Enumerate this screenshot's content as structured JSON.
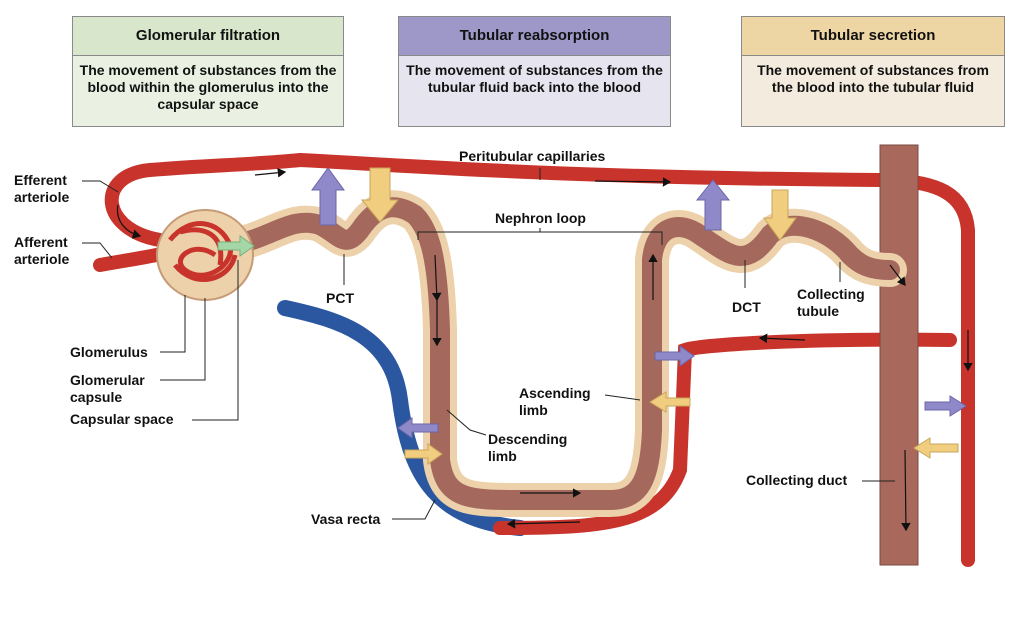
{
  "boxes": [
    {
      "title": "Glomerular filtration",
      "body": "The movement of substances from the blood within the glomerulus into the capsular space",
      "title_color": "#d8e6cc",
      "body_color": "#eaf1e2"
    },
    {
      "title": "Tubular reabsorption",
      "body": "The movement of substances from the tubular fluid back into the blood",
      "title_color": "#9d98c8",
      "body_color": "#e6e4ee"
    },
    {
      "title": "Tubular secretion",
      "body": "The movement of substances from the blood into the tubular fluid",
      "title_color": "#edd6a3",
      "body_color": "#f3ebde"
    }
  ],
  "labels": {
    "efferent": "Efferent arteriole",
    "afferent": "Afferent arteriole",
    "peritubular": "Peritubular capillaries",
    "nephron_loop": "Nephron loop",
    "pct": "PCT",
    "dct": "DCT",
    "collecting_tubule": "Collecting tubule",
    "glomerulus": "Glomerulus",
    "glomerular_capsule": "Glomerular capsule",
    "capsular_space": "Capsular space",
    "ascending_limb": "Ascending limb",
    "descending_limb": "Descending limb",
    "collecting_duct": "Collecting duct",
    "vasa_recta": "Vasa recta"
  },
  "colors": {
    "artery": "#c8342b",
    "artery_light": "#e8665c",
    "vein": "#2a57a0",
    "tubule_outer": "#ecd1aa",
    "tubule_inner": "#a4685d",
    "duct": "#a8695c",
    "reabsorption_arrow": "#8f89c9",
    "secretion_arrow": "#f0cd7f",
    "filtration_arrow": "#a5d6a7"
  }
}
